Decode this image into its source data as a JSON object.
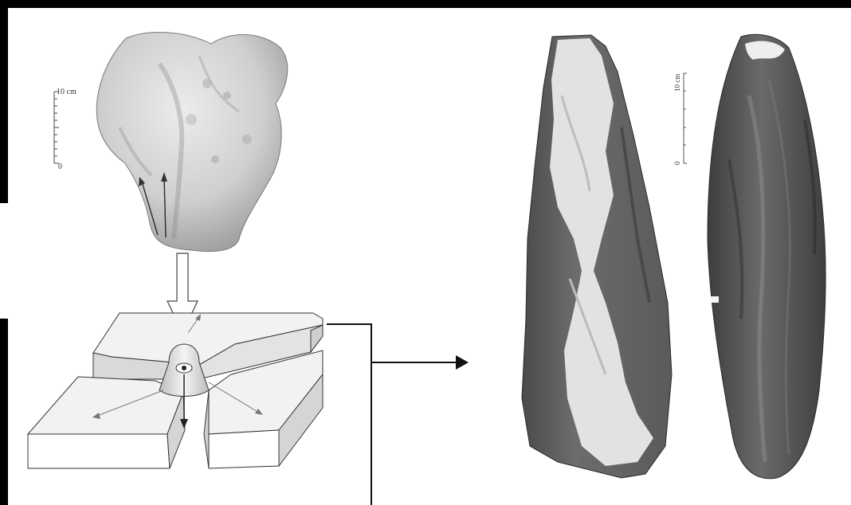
{
  "scale_bars": {
    "left": {
      "top_label": "10 cm",
      "bottom_label": "0"
    },
    "right": {
      "top_label": "10 cm",
      "bottom_label": "0"
    }
  },
  "colors": {
    "frame": "#000000",
    "line": "#111111",
    "block_top": "#f2f2f2",
    "block_side": "#dadada",
    "stone_light": "#d8d8d8",
    "stone_dark": "#555555"
  }
}
